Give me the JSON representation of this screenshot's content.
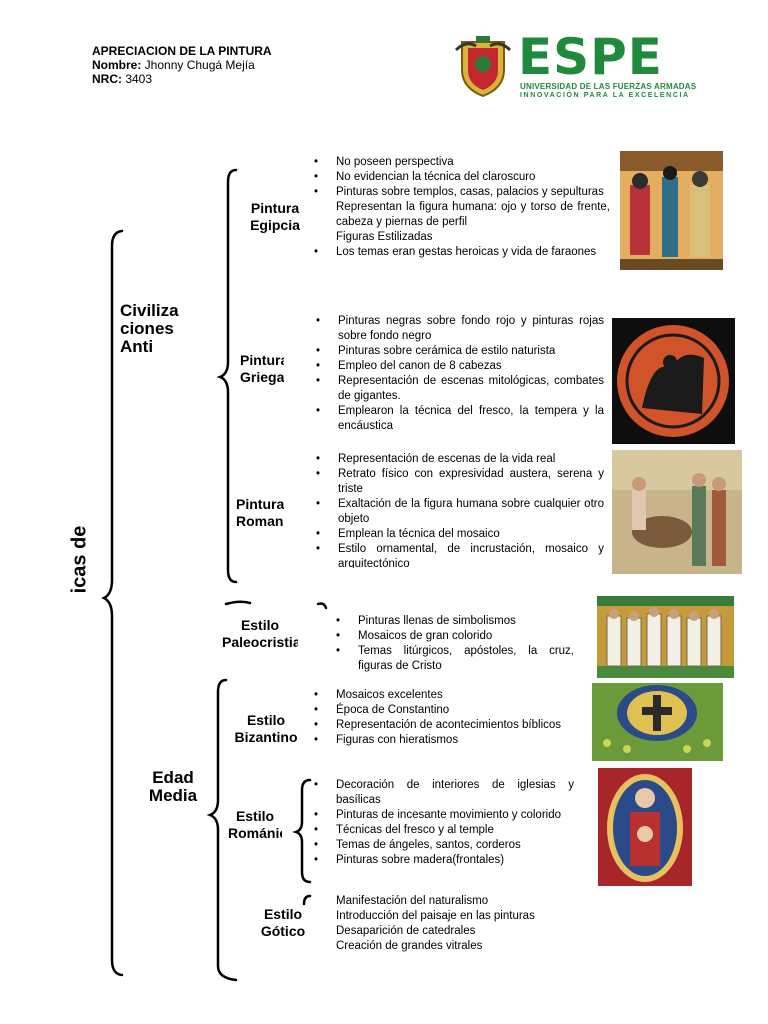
{
  "header": {
    "title": "APRECIACION DE LA PINTURA",
    "name_label": "Nombre:",
    "name_value": " Jhonny Chugá Mejía",
    "nrc_label": "NRC:",
    "nrc_value": " 3403"
  },
  "logo": {
    "text": "ESPE",
    "subtitle": "UNIVERSIDAD DE LAS FUERZAS ARMADAS",
    "tagline": "INNOVACIÓN PARA LA EXCELENCIA",
    "color": "#1f8a3c"
  },
  "root_label": "icas de",
  "categories": {
    "antiguas": "Civiliza ciones Anti",
    "media": "Edad Media"
  },
  "sections": [
    {
      "label": "Pintura Egipcia",
      "items": [
        {
          "text": "",
          "bullet": false
        },
        {
          "text": "No poseen perspectiva",
          "bullet": true
        },
        {
          "text": "No evidencian la técnica del claroscuro",
          "bullet": true
        },
        {
          "text": "Pinturas sobre templos, casas, palacios y sepulturas",
          "bullet": true
        },
        {
          "text": "Representan la figura humana: ojo y torso de frente, cabeza y piernas de perfil",
          "bullet": false
        },
        {
          "text": "Figuras Estilizadas",
          "bullet": false
        },
        {
          "text": "Los temas eran gestas heroicas y vida de faraones",
          "bullet": true
        }
      ]
    },
    {
      "label": "Pintura Griega",
      "items": [
        {
          "text": "Pinturas negras sobre fondo rojo y pinturas rojas sobre fondo negro",
          "bullet": true
        },
        {
          "text": "Pinturas sobre cerámica de estilo naturista",
          "bullet": true
        },
        {
          "text": "Empleo del canon de 8 cabezas",
          "bullet": true
        },
        {
          "text": "Representación de escenas mitológicas, combates de gigantes.",
          "bullet": true
        },
        {
          "text": "Emplearon la técnica del fresco, la tempera y la encáustica",
          "bullet": true
        }
      ]
    },
    {
      "label": "Pintura Romana",
      "items": [
        {
          "text": "Representación de escenas de la vida real",
          "bullet": true
        },
        {
          "text": "Retrato físico con expresividad austera, serena y triste",
          "bullet": true
        },
        {
          "text": "Exaltación de la figura humana sobre cualquier otro objeto",
          "bullet": true
        },
        {
          "text": "Emplean la técnica del mosaico",
          "bullet": true
        },
        {
          "text": "Estilo ornamental, de incrustación, mosaico y arquitectónico",
          "bullet": true
        }
      ]
    },
    {
      "label": "Estilo Paleocristiano",
      "items": [
        {
          "text": "Pinturas llenas de simbolismos",
          "bullet": true
        },
        {
          "text": "Mosaicos de gran colorido",
          "bullet": true
        },
        {
          "text": "Temas litúrgicos, apóstoles, la cruz, figuras de Cristo",
          "bullet": true
        }
      ]
    },
    {
      "label": "Estilo Bizantino",
      "items": [
        {
          "text": "Mosaicos excelentes",
          "bullet": true
        },
        {
          "text": "Época de Constantino",
          "bullet": true
        },
        {
          "text": "Representación de acontecimientos bíblicos",
          "bullet": true
        },
        {
          "text": "Figuras con hieratismos",
          "bullet": true
        }
      ]
    },
    {
      "label": "Estilo Románico",
      "items": [
        {
          "text": "Decoración de interiores de iglesias y basílicas",
          "bullet": true
        },
        {
          "text": "Pinturas de incesante movimiento y colorido",
          "bullet": true
        },
        {
          "text": "Técnicas del fresco y al temple",
          "bullet": true
        },
        {
          "text": "Temas de ángeles, santos, corderos",
          "bullet": true
        },
        {
          "text": "Pinturas sobre madera(frontales)",
          "bullet": true
        }
      ]
    },
    {
      "label": "Estilo Gótico",
      "items": [
        {
          "text": "Manifestación del naturalismo",
          "bullet": false
        },
        {
          "text": "Introducción del paisaje en las pinturas",
          "bullet": false
        },
        {
          "text": "Desaparición de catedrales",
          "bullet": false
        },
        {
          "text": "Creación de grandes vitrales",
          "bullet": false
        }
      ]
    }
  ]
}
